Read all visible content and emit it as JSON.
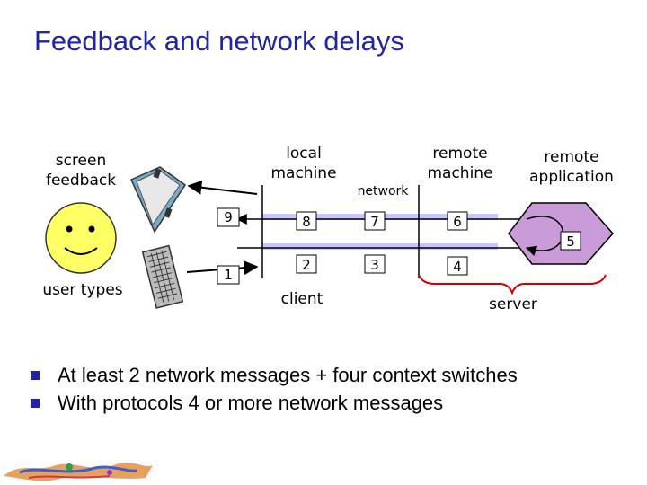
{
  "title": "Feedback and network delays",
  "labels": {
    "screen_feedback": "screen\nfeedback",
    "local_machine": "local\nmachine",
    "network": "network",
    "remote_machine": "remote\nmachine",
    "remote_application": "remote\napplication",
    "user_types": "user types",
    "client": "client",
    "server": "server"
  },
  "steps": [
    "1",
    "2",
    "3",
    "4",
    "5",
    "6",
    "7",
    "8",
    "9"
  ],
  "bullets": [
    "At least 2 network messages + four context switches",
    "With protocols 4 or more network messages"
  ],
  "colors": {
    "title": "#2323a6",
    "track": "#c5c5ff",
    "server_brace": "#d00000",
    "remote_app": "#c99bd8",
    "smiley": "#ffff66",
    "monitor_body": "#7aa8c8",
    "monitor_screen": "#e8e8e8",
    "bullet": "#2323a6"
  },
  "icons": [
    "monitor-icon",
    "keyboard-icon",
    "smiley-face-icon",
    "remote-application-hexagon-icon",
    "server-brace-icon",
    "logo-icon"
  ]
}
